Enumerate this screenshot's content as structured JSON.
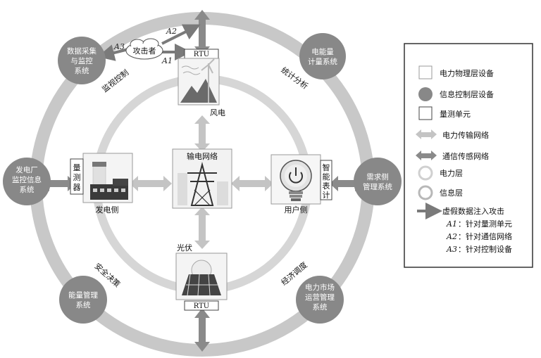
{
  "nodes": {
    "scada": [
      "数据采集",
      "与监控",
      "系统"
    ],
    "meter_sys": [
      "电能量",
      "计量系统"
    ],
    "plant_monitor": [
      "发电厂",
      "监控信息",
      "系统"
    ],
    "demand": [
      "需求侧",
      "管理系统"
    ],
    "energy_mgmt": [
      "能量管理",
      "系统"
    ],
    "market": [
      "电力市场",
      "运营管理",
      "系统"
    ]
  },
  "labels": {
    "attacker": "攻击者",
    "rtu_top": "RTU",
    "rtu_bottom": "RTU",
    "wind": "风电",
    "solar": "光伏",
    "transmission": "输电网络",
    "generation": "发电侧",
    "user": "用户侧",
    "meter_unit": [
      "量",
      "测",
      "器"
    ],
    "smart_meter": [
      "智",
      "能",
      "表",
      "计"
    ],
    "monitor_control": "监视控制",
    "stats": "统计分析",
    "safety": "安全决策",
    "dispatch": "经济调度",
    "a1": "A1",
    "a2": "A2",
    "a3": "A3"
  },
  "legend": {
    "items": [
      "电力物理层设备",
      "信息控制层设备",
      "量测单元",
      "电力传输网络",
      "通信传感网络",
      "电力层",
      "信息层",
      "虚假数据注入攻击"
    ],
    "attacks": [
      {
        "tag": "A1",
        "text": "：针对量测单元"
      },
      {
        "tag": "A2",
        "text": "：针对通信网络"
      },
      {
        "tag": "A3",
        "text": "：针对控制设备"
      }
    ]
  },
  "colors": {
    "outer_ring": "#c8c8c8",
    "inner_ring": "#d4d4d4",
    "node_fill": "#888888",
    "arrow_light": "#c4c4c4",
    "arrow_dark": "#8a8a8a"
  }
}
